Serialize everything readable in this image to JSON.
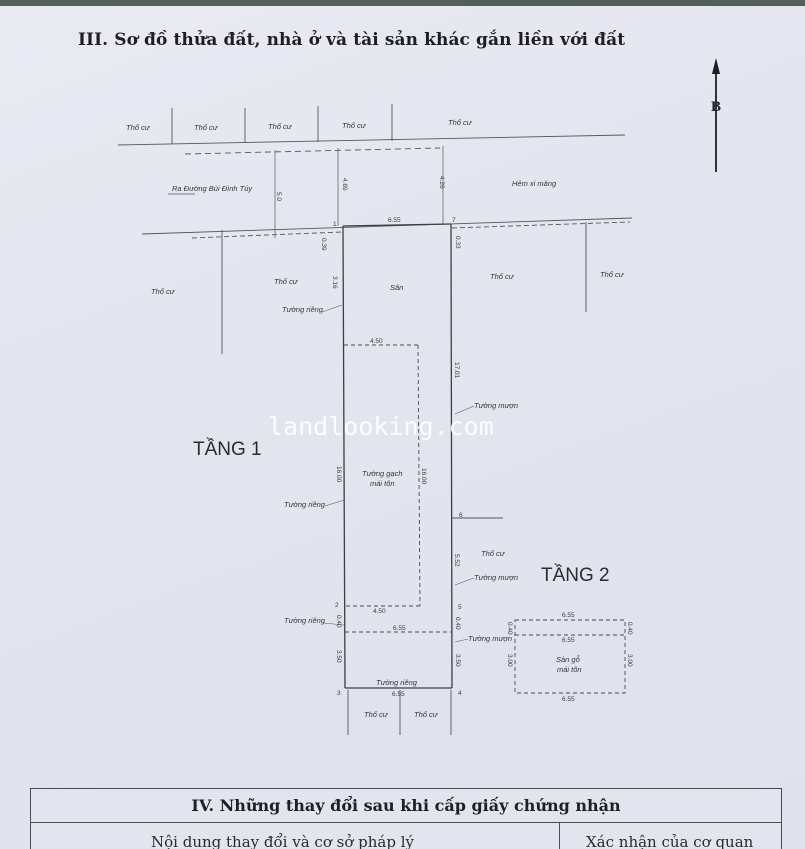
{
  "section_title": "III. Sơ đồ thửa đất, nhà ở và tài sản khác gắn liền với đất",
  "north_letter": "B",
  "watermark": "landlooking.com",
  "plan": {
    "floor1_label": "TẦNG 1",
    "floor2_label": "TẦNG 2",
    "top_row_labels": [
      "Thổ cư",
      "Thổ cư",
      "Thổ cư",
      "Thổ cư",
      "Thổ cư"
    ],
    "road_label": "Ra Đường Bùi Đình Túy",
    "alley_label": "Hẻm xi măng",
    "alley_widths": [
      "5.0",
      "4.69",
      "4.26"
    ],
    "neighbor_left_near": "Thổ cư",
    "neighbor_left_far": "Thổ cư",
    "neighbor_right_near": "Thổ cư",
    "neighbor_right_far": "Thổ cư",
    "neighbor_right_mid": "Thổ cư",
    "neighbor_bottom": [
      "Thổ cư",
      "Thổ cư"
    ],
    "yard_label": "Sân",
    "house_label_1": "Tường gạch",
    "house_label_2": "mái tôn",
    "wall_private": "Tường riêng",
    "wall_borrowed": "Tường mượn",
    "floor2_room_1": "Sàn gỗ",
    "floor2_room_2": "mái tôn",
    "dims": {
      "top_width": "6.55",
      "front_left": "0.39",
      "front_right": "0.33",
      "yard_depth": "3.16",
      "house_width": "4.50",
      "right_long": "17.01",
      "inner_left": "16.00",
      "inner_right": "16.00",
      "right_mid": "5.52",
      "bottom_inner": "4.50",
      "back_width": "6.55",
      "left_small": "0.40",
      "right_small": "0.40",
      "left_back": "3.50",
      "right_back": "3.50",
      "bottom_width": "6.55",
      "f2_top": "6.55",
      "f2_inner": "6.55",
      "f2_bottom": "6.55",
      "f2_left_top": "0.40",
      "f2_right_top": "0.40",
      "f2_left": "3.00",
      "f2_right": "3.00"
    },
    "points": [
      "1",
      "2",
      "3",
      "4",
      "5",
      "6",
      "7"
    ]
  },
  "changes_section": {
    "title": "IV. Những thay đổi sau khi cấp giấy chứng nhận",
    "col_content": "Nội dung thay đổi và cơ sở pháp lý",
    "col_confirm": "Xác nhận của cơ quan"
  }
}
